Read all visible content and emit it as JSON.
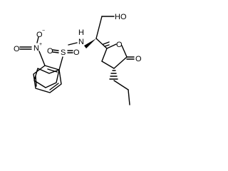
{
  "molecule": {
    "atom_labels": {
      "hydroxyl": "HO",
      "amine": "H",
      "nitrogen": "N",
      "sulfonyl_S": "S",
      "sulfonyl_O_left": "O",
      "sulfonyl_O_right": "O",
      "nitro_N": "N",
      "nitro_N_charge": "+",
      "nitro_O_double": "O",
      "nitro_O_single": "O",
      "nitro_O_charge": "−",
      "ring_O": "O",
      "carbonyl_O": "O"
    },
    "colors": {
      "bond": "#000000",
      "text": "#000000",
      "background": "#ffffff"
    }
  }
}
